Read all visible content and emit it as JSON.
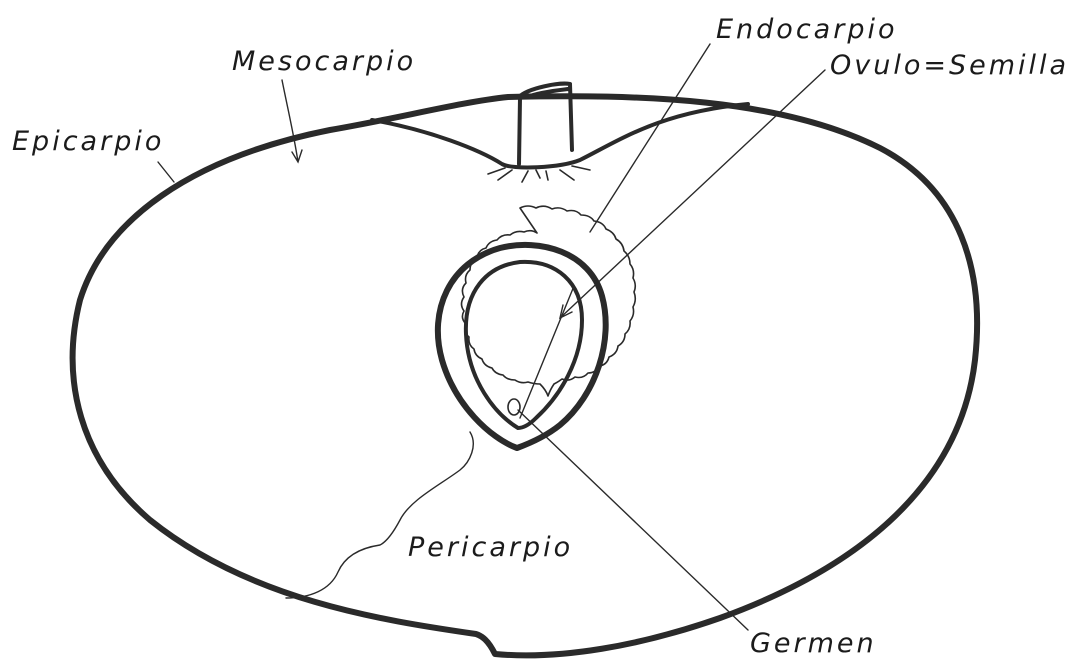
{
  "diagram": {
    "labels": {
      "mesocarpio": "Mesocarpio",
      "epicarpio": "Epicarpio",
      "endocarpio": "Endocarpio",
      "ovulo": "Ovulo=Semilla",
      "pericarpio": "Pericarpio",
      "germen": "Germen"
    },
    "colors": {
      "ink": "#2a2a2a",
      "paper": "#ffffff"
    }
  }
}
